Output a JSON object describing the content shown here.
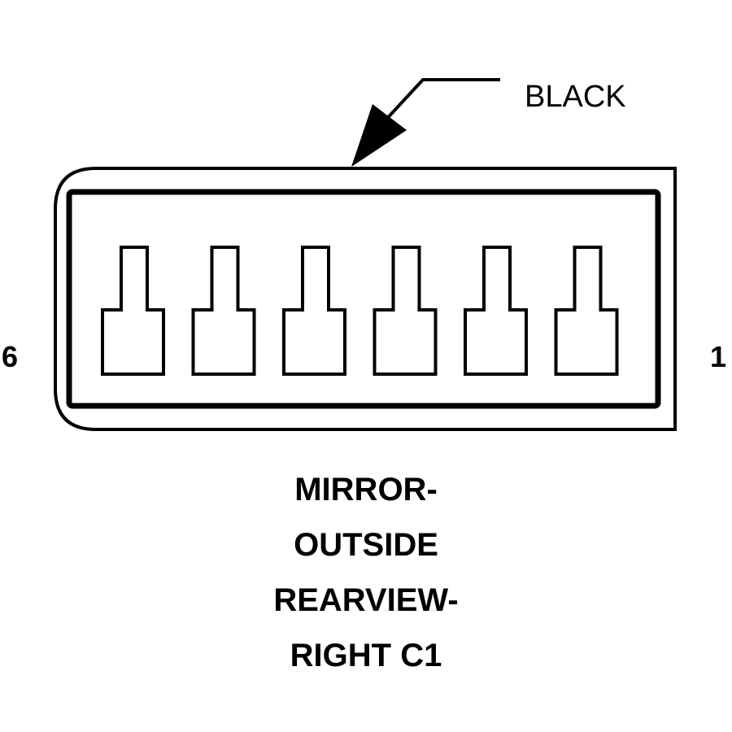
{
  "connector": {
    "color_label": "BLACK",
    "pin_label_left": "6",
    "pin_label_right": "1",
    "pin_count": 6,
    "stroke_color": "#000000",
    "caption_lines": [
      "MIRROR-",
      "OUTSIDE",
      "REARVIEW-",
      "RIGHT C1"
    ]
  }
}
